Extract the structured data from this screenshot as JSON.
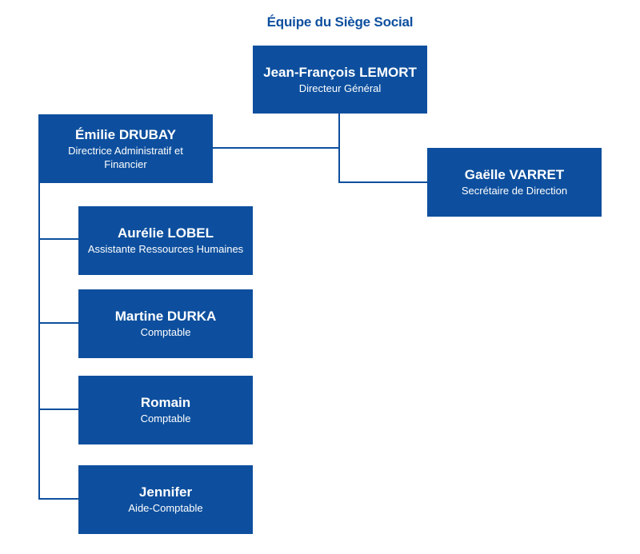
{
  "title": "Équipe du Siège Social",
  "people": {
    "ceo": {
      "name": "Jean-François LEMORT",
      "role": "Directeur Général"
    },
    "daf": {
      "name": "Émilie DRUBAY",
      "role": "Directrice Administratif et Financier"
    },
    "secretary": {
      "name": "Gaëlle VARRET",
      "role": "Secrétaire de Direction"
    },
    "hr_assistant": {
      "name": "Aurélie LOBEL",
      "role": "Assistante Ressources Humaines"
    },
    "accountant_1": {
      "name": "Martine DURKA",
      "role": "Comptable"
    },
    "accountant_2": {
      "name": "Romain",
      "role": "Comptable"
    },
    "assistant_accountant": {
      "name": "Jennifer",
      "role": "Aide-Comptable"
    }
  },
  "colors": {
    "primary": "#0d4f9e",
    "text_on_primary": "#ffffff"
  }
}
